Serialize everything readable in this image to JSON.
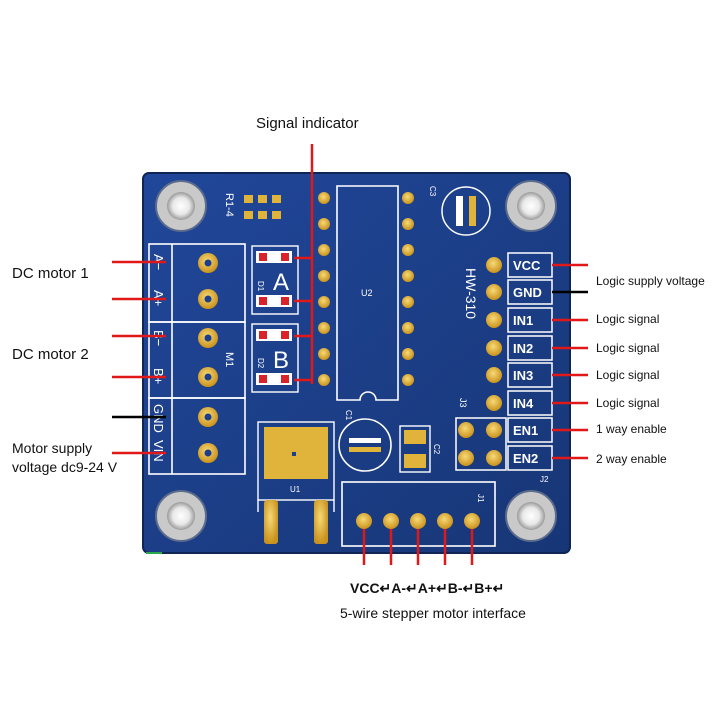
{
  "annotations": {
    "signal_indicator": "Signal indicator",
    "dc_motor_1": "DC motor 1",
    "dc_motor_2": "DC motor 2",
    "motor_supply_line1": "Motor supply",
    "motor_supply_line2": "voltage dc9-24 V",
    "logic_supply_voltage": "Logic supply voltage",
    "logic_signal": "Logic signal",
    "way1_enable": "1 way enable",
    "way2_enable": "2 way enable",
    "stepper_pins": "VCC↵A-↵A+↵B-↵B+↵",
    "stepper_interface": "5-wire stepper motor interface"
  },
  "board": {
    "model": "HW-310",
    "resistor_array": "R1-4",
    "chip": "U2",
    "regulator": "U1",
    "cap_c1": "C1",
    "cap_c2": "C2",
    "cap_c3": "C3",
    "header_j1": "J1",
    "header_j2": "J2",
    "header_j3": "J3",
    "motor_terminal": "M1",
    "led_d1": "D1",
    "led_d2": "D2",
    "channel_a": "A",
    "channel_b": "B",
    "left_terminals": [
      "A−",
      "A+",
      "B−",
      "B+",
      "GND",
      "VIN"
    ],
    "right_pins": [
      "VCC",
      "GND",
      "IN1",
      "IN2",
      "IN3",
      "IN4",
      "EN1",
      "EN2"
    ]
  },
  "colors": {
    "board_blue": "#1c3f8c",
    "annotation_red": "#e01818",
    "annotation_black": "#000000",
    "pad_gold": "#e0b43a",
    "silkscreen": "#ffffff"
  }
}
